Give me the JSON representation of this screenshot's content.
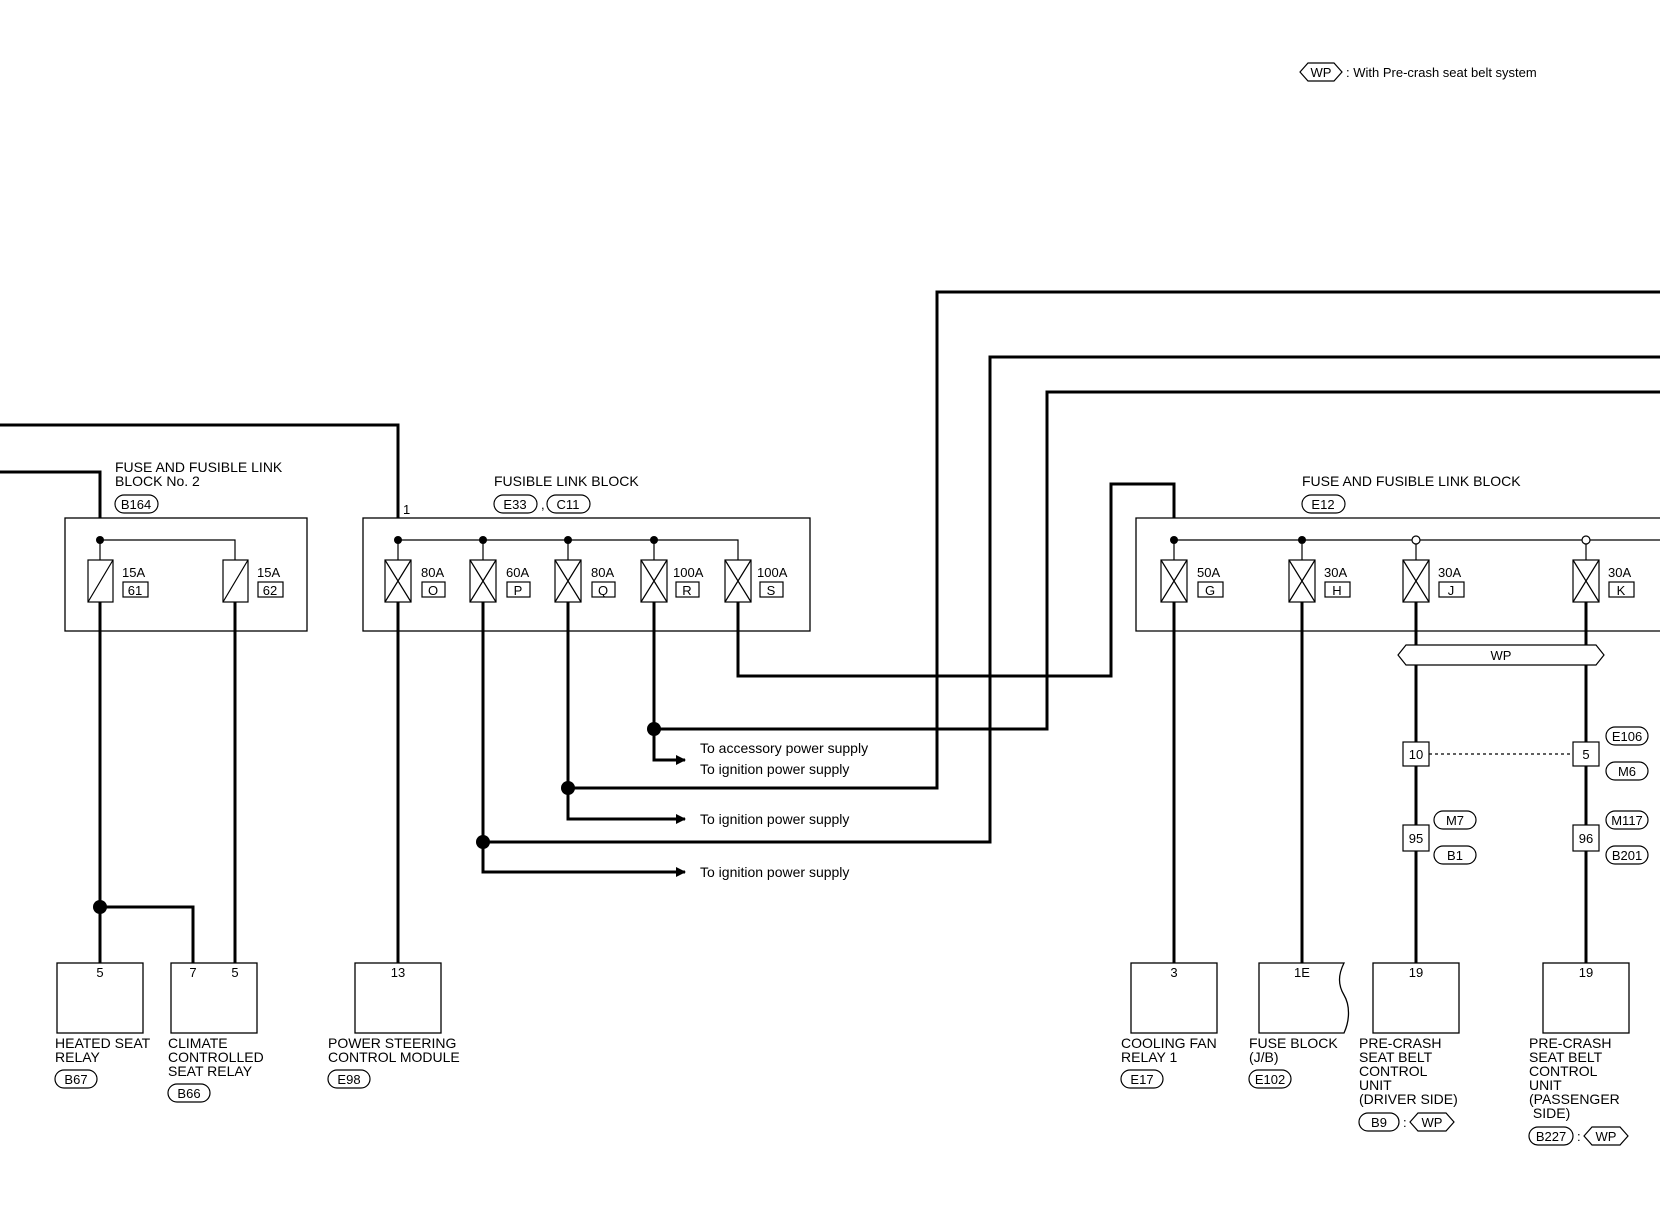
{
  "legend": {
    "code": "WP",
    "text": ": With Pre-crash seat belt system"
  },
  "blocks": {
    "fuse_link_no2": {
      "title_line1": "FUSE AND FUSIBLE LINK",
      "title_line2": "BLOCK No. 2",
      "connector": "B164",
      "fuses": [
        {
          "amp": "15A",
          "num": "61"
        },
        {
          "amp": "15A",
          "num": "62"
        }
      ]
    },
    "fusible_link": {
      "title": "FUSIBLE LINK BLOCK",
      "connectors": [
        "E33",
        "C11"
      ],
      "separator": ",",
      "terminal": "1",
      "fuses": [
        {
          "amp": "80A",
          "letter": "O"
        },
        {
          "amp": "60A",
          "letter": "P"
        },
        {
          "amp": "80A",
          "letter": "Q"
        },
        {
          "amp": "100A",
          "letter": "R"
        },
        {
          "amp": "100A",
          "letter": "S"
        }
      ]
    },
    "fuse_link_block": {
      "title": "FUSE AND FUSIBLE LINK BLOCK",
      "connector": "E12",
      "fuses": [
        {
          "amp": "50A",
          "letter": "G"
        },
        {
          "amp": "30A",
          "letter": "H"
        },
        {
          "amp": "30A",
          "letter": "J"
        },
        {
          "amp": "30A",
          "letter": "K"
        }
      ]
    }
  },
  "wp_bar": "WP",
  "supply_labels": {
    "accessory": "To accessory power supply",
    "ignition1": "To ignition power supply",
    "ignition2": "To ignition power supply",
    "ignition3": "To ignition power supply"
  },
  "junction": {
    "left_pin1": "10",
    "right_pin1": "5",
    "left_pin2": "95",
    "right_pin2": "96",
    "tags": {
      "e106": "E106",
      "m6": "M6",
      "m7": "M7",
      "b1": "B1",
      "m117": "M117",
      "b201": "B201"
    }
  },
  "components": [
    {
      "pin": "5",
      "lines": [
        "HEATED SEAT",
        "RELAY"
      ],
      "connector": "B67"
    },
    {
      "pins": [
        "7",
        "5"
      ],
      "lines": [
        "CLIMATE",
        "CONTROLLED",
        "SEAT RELAY"
      ],
      "connector": "B66"
    },
    {
      "pin": "13",
      "lines": [
        "POWER STEERING",
        "CONTROL MODULE"
      ],
      "connector": "E98"
    },
    {
      "pin": "3",
      "lines": [
        "COOLING FAN",
        "RELAY 1"
      ],
      "connector": "E17"
    },
    {
      "pin": "1E",
      "lines": [
        "FUSE BLOCK",
        "(J/B)"
      ],
      "connector": "E102"
    },
    {
      "pin": "19",
      "lines": [
        "PRE-CRASH",
        "SEAT BELT",
        "CONTROL",
        "UNIT",
        "(DRIVER SIDE)"
      ],
      "connector": "B9",
      "wp": "WP"
    },
    {
      "pin": "19",
      "lines": [
        "PRE-CRASH",
        "SEAT BELT",
        "CONTROL",
        "UNIT",
        "(PASSENGER",
        " SIDE)"
      ],
      "connector": "B227",
      "wp": "WP"
    }
  ]
}
